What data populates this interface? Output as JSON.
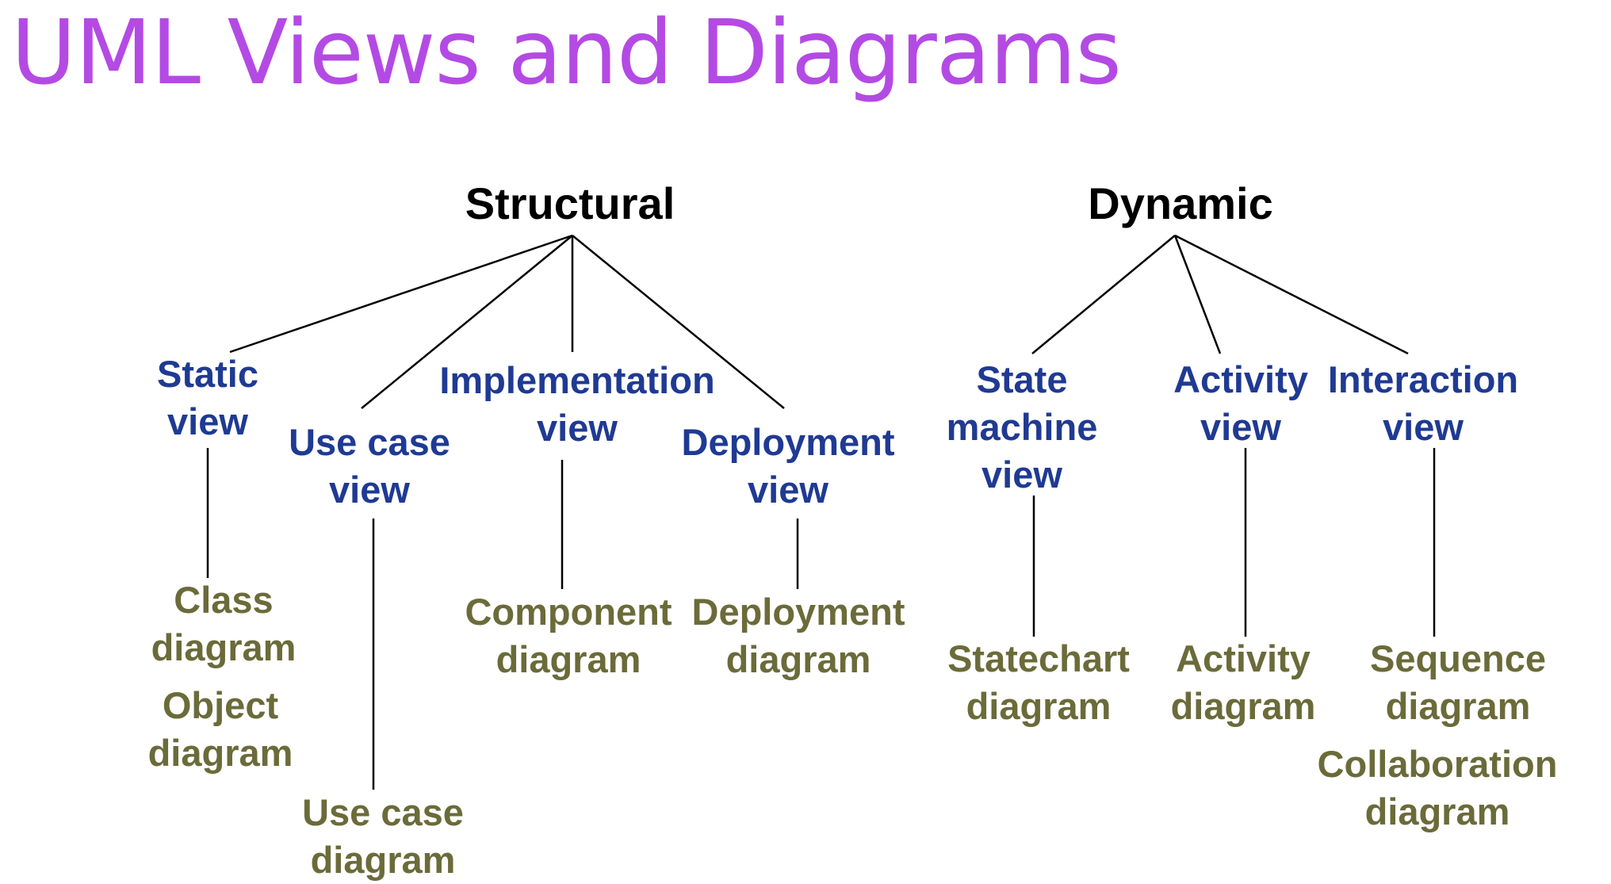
{
  "title": "UML Views and Diagrams",
  "colors": {
    "title": "#b44ae4",
    "root": "#000000",
    "view": "#1f3a93",
    "diagram": "#6b6b3a",
    "edge": "#000000"
  },
  "roots": [
    {
      "label": "Structural",
      "views": [
        {
          "label": "Static\nview",
          "diagrams": [
            "Class\ndiagram",
            "Object\ndiagram"
          ]
        },
        {
          "label": "Use case\nview",
          "diagrams": [
            "Use case\ndiagram"
          ]
        },
        {
          "label": "Implementation\nview",
          "diagrams": [
            "Component\ndiagram"
          ]
        },
        {
          "label": "Deployment\nview",
          "diagrams": [
            "Deployment\ndiagram"
          ]
        }
      ]
    },
    {
      "label": "Dynamic",
      "views": [
        {
          "label": "State\nmachine\nview",
          "diagrams": [
            "Statechart\ndiagram"
          ]
        },
        {
          "label": "Activity\nview",
          "diagrams": [
            "Activity\ndiagram"
          ]
        },
        {
          "label": "Interaction\nview",
          "diagrams": [
            "Sequence\ndiagram",
            "Collaboration\ndiagram"
          ]
        }
      ]
    }
  ]
}
